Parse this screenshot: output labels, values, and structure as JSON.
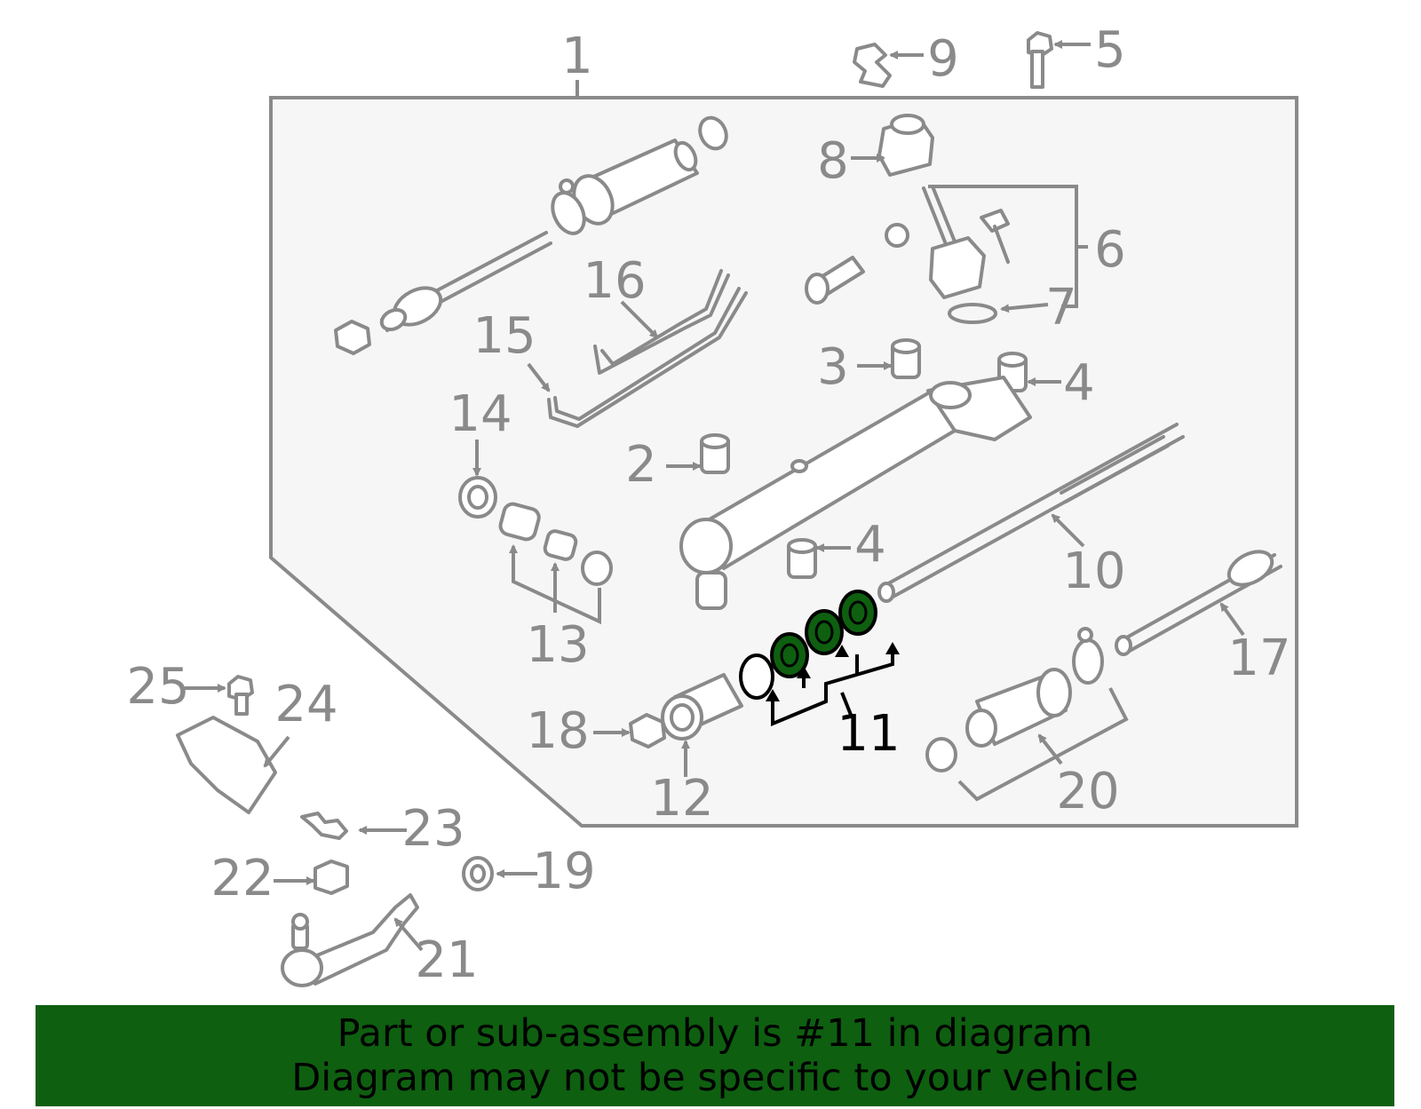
{
  "highlight_color": "#0e5f10",
  "callouts": {
    "c1": "1",
    "c2": "2",
    "c3": "3",
    "c4a": "4",
    "c4b": "4",
    "c5": "5",
    "c6": "6",
    "c7": "7",
    "c8": "8",
    "c9": "9",
    "c10": "10",
    "c11": "11",
    "c12": "12",
    "c13": "13",
    "c14": "14",
    "c15": "15",
    "c16": "16",
    "c17": "17",
    "c18": "18",
    "c19": "19",
    "c20": "20",
    "c21": "21",
    "c22": "22",
    "c23": "23",
    "c24": "24",
    "c25": "25"
  },
  "banner": {
    "line1": "Part or sub-assembly is #11 in diagram",
    "line2": "Diagram may not be specific to your vehicle"
  }
}
